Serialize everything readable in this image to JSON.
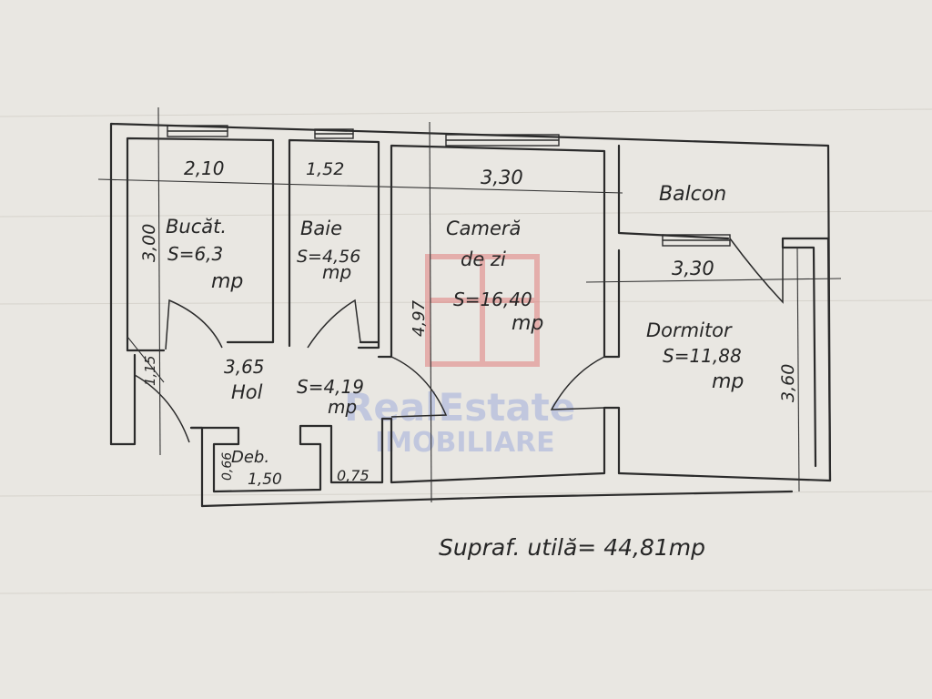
{
  "colors": {
    "paper": "#e9e7e2",
    "ink": "#2b2b2b",
    "watermark": "#7b8fd6"
  },
  "rooms": {
    "bucatarie": {
      "name": "Bucăt.",
      "area": "S=6,3",
      "unit": "mp"
    },
    "baie": {
      "name": "Baie",
      "area": "S=4,56",
      "unit": "mp"
    },
    "camera": {
      "name_line1": "Cameră",
      "name_line2": "de zi",
      "area": "S=16,40",
      "unit": "mp"
    },
    "balcon": {
      "name": "Balcon"
    },
    "dormitor": {
      "name": "Dormitor",
      "area": "S=11,88",
      "unit": "mp"
    },
    "hol": {
      "name": "Hol",
      "area": "S=4,19",
      "unit": "mp"
    },
    "debara": {
      "name": "Deb."
    }
  },
  "dimensions": {
    "bucatarie_width": "2,10",
    "baie_width": "1,52",
    "camera_width": "3,30",
    "dormitor_width": "3,30",
    "bucatarie_depth": "3,00",
    "camera_depth": "4,97",
    "dormitor_depth": "3,60",
    "hol_length": "3,65",
    "hol_left": "1,15",
    "debara_depth": "0,66",
    "debara_width": "1,50",
    "niche_width": "0,75"
  },
  "total_area": "Supraf. utilă= 44,81mp",
  "watermark": {
    "line1": "RealEstate",
    "line2": "IMOBILIARE"
  }
}
